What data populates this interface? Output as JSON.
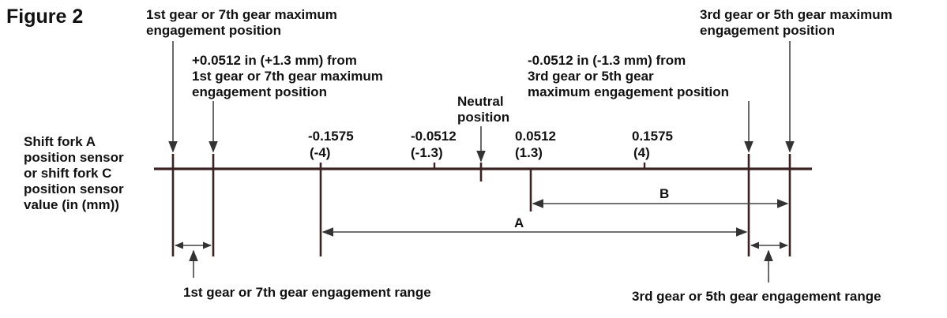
{
  "figure": {
    "title": "Figure 2"
  },
  "axis_label": [
    "Shift fork A",
    "position sensor",
    "or shift fork C",
    "position sensor",
    "value (in (mm))"
  ],
  "callouts": {
    "first_max": [
      "1st gear or 7th gear maximum",
      "engagement position"
    ],
    "first_offset": [
      "+0.0512 in (+1.3 mm) from",
      "1st gear or 7th gear maximum",
      "engagement position"
    ],
    "neutral": [
      "Neutral",
      "position"
    ],
    "third_offset": [
      "-0.0512 in (-1.3 mm) from",
      "3rd gear or 5th gear",
      "maximum engagement position"
    ],
    "third_max": [
      "3rd gear or 5th gear maximum",
      "engagement position"
    ]
  },
  "ticks": [
    {
      "value": "-0.1575",
      "mm": "(-4)"
    },
    {
      "value": "-0.0512",
      "mm": "(-1.3)"
    },
    {
      "value": "0.0512",
      "mm": "(1.3)"
    },
    {
      "value": "0.1575",
      "mm": "(4)"
    }
  ],
  "ranges": {
    "a": "A",
    "b": "B"
  },
  "bottom": {
    "first_range": "1st gear or 7th gear engagement range",
    "third_range": "3rd gear or 5th gear engagement range"
  }
}
